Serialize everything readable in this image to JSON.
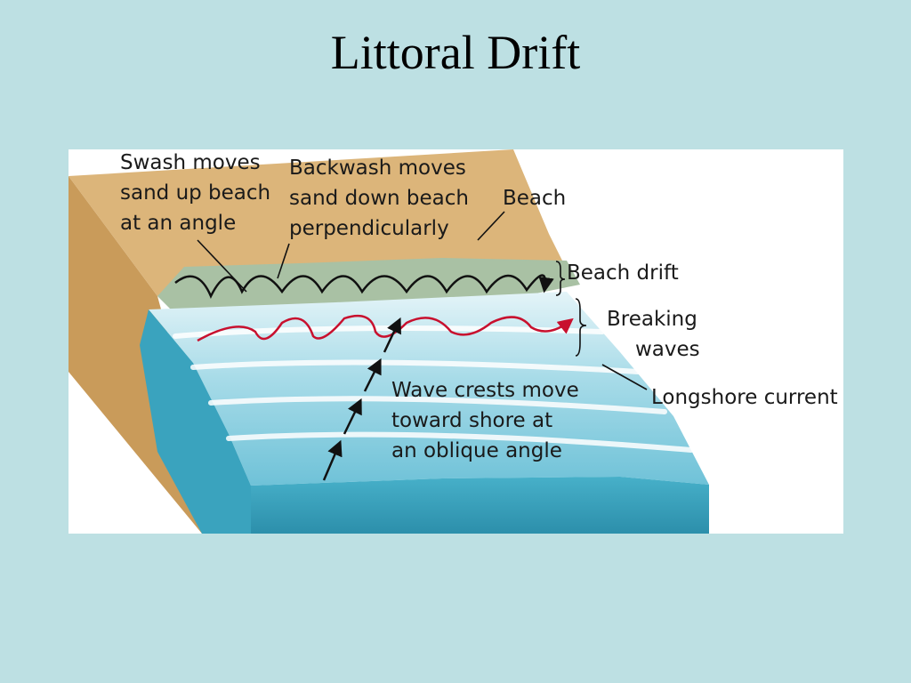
{
  "slide": {
    "title": "Littoral Drift"
  },
  "diagram": {
    "labels": {
      "swash": [
        "Swash moves",
        "sand up beach",
        "at an angle"
      ],
      "backwash": [
        "Backwash moves",
        "sand down beach",
        "perpendicularly"
      ],
      "beach": "Beach",
      "beach_drift": "Beach drift",
      "breaking_waves": [
        "Breaking",
        "waves"
      ],
      "wave_crests": [
        "Wave crests move",
        "toward shore at",
        "an oblique angle"
      ],
      "longshore_current": "Longshore current"
    },
    "colors": {
      "slide_bg": "#bde0e3",
      "sand": "#dcb57a",
      "surf_zone": "#a9c1a4",
      "sea": "#8fcfe0",
      "sea_side": "#3aa3be",
      "drift_arrow": "#111111",
      "current_arrow": "#c8102e"
    }
  }
}
